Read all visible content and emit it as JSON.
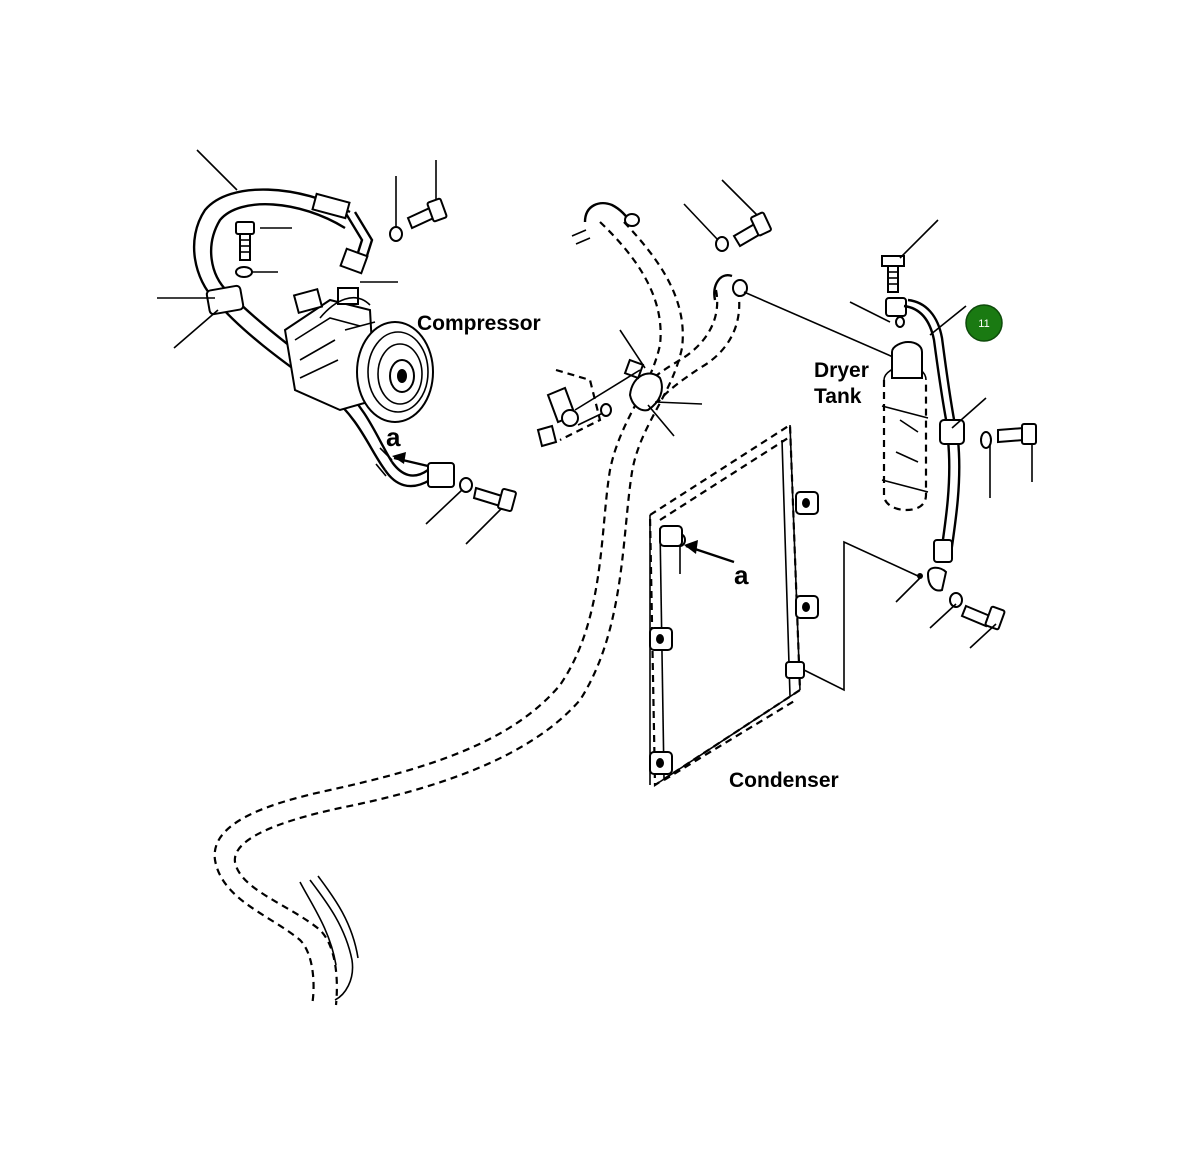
{
  "labels": {
    "compressor": "Compressor",
    "dryer_line1": "Dryer",
    "dryer_line2": "Tank",
    "condenser": "Condenser",
    "view_a_left": "a",
    "view_a_right": "a"
  },
  "callout": {
    "number": "11",
    "color": "#1a7a12"
  },
  "icons": [
    "bolt-icon",
    "washer-icon",
    "clamp-icon",
    "hose-fitting-icon"
  ]
}
